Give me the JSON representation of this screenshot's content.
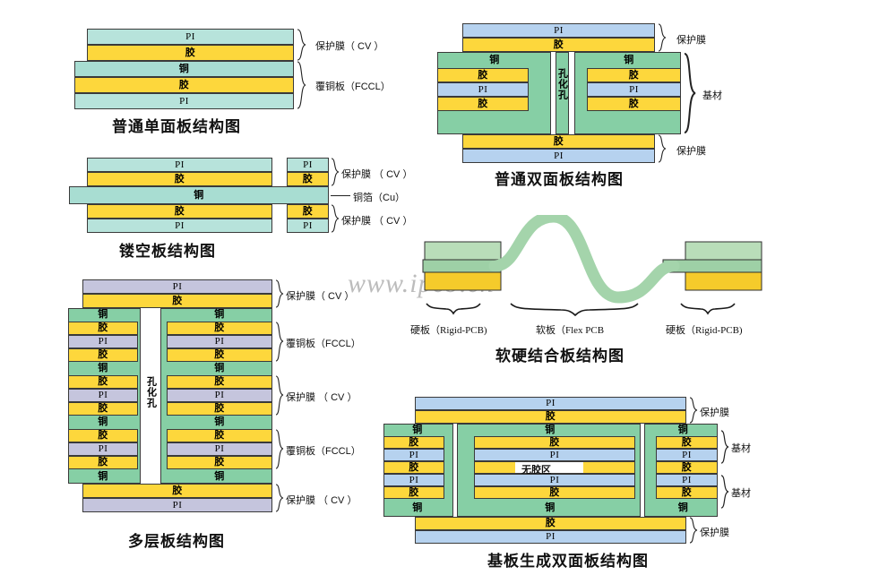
{
  "page": {
    "watermark": "www.ipcb.cn",
    "material_labels": {
      "pi": "PI",
      "glue": "胶",
      "copper": "铜",
      "via": "孔化孔",
      "no_glue_zone": "无胶区"
    }
  },
  "colors": {
    "pi_cyan": "#b7e3db",
    "pi_blue": "#b6d2ef",
    "pi_lavender": "#c5c5dd",
    "glue_yellow": "#fdd73c",
    "copper_cyan": "#a8ddd2",
    "copper_green": "#86cfa5",
    "outline": "#3a3a3a",
    "text": "#111111",
    "watermark": "#b9b9b9"
  },
  "diagrams": [
    {
      "id": "single-sided",
      "title": "普通单面板结构图",
      "layers": [
        {
          "label": "PI",
          "material": "pi"
        },
        {
          "label": "胶",
          "material": "glue"
        },
        {
          "label": "铜",
          "material": "copper"
        },
        {
          "label": "胶",
          "material": "glue"
        },
        {
          "label": "PI",
          "material": "pi"
        }
      ],
      "annotations": [
        {
          "text": "保护膜（ CV ）",
          "groups": [
            "PI",
            "胶"
          ]
        },
        {
          "text": "覆铜板（FCCL）",
          "groups": [
            "铜",
            "胶",
            "PI"
          ]
        }
      ]
    },
    {
      "id": "double-sided",
      "title": "普通双面板结构图",
      "via_label": "孔化孔",
      "layers_top": [
        {
          "label": "PI",
          "material": "pi"
        },
        {
          "label": "胶",
          "material": "glue"
        }
      ],
      "layers_core": [
        {
          "label": "铜",
          "material": "copper"
        },
        {
          "label": "胶",
          "material": "glue"
        },
        {
          "label": "PI",
          "material": "pi"
        },
        {
          "label": "胶",
          "material": "glue"
        },
        {
          "label": "铜",
          "material": "copper"
        }
      ],
      "layers_bottom": [
        {
          "label": "胶",
          "material": "glue"
        },
        {
          "label": "PI",
          "material": "pi"
        }
      ],
      "annotations": [
        {
          "text": "保护膜"
        },
        {
          "text": "基材"
        },
        {
          "text": "保护膜"
        }
      ]
    },
    {
      "id": "hollow",
      "title": "镂空板结构图",
      "layers": [
        {
          "label": "PI",
          "material": "pi"
        },
        {
          "label": "胶",
          "material": "glue"
        },
        {
          "label": "铜",
          "material": "copper"
        },
        {
          "label": "胶",
          "material": "glue"
        },
        {
          "label": "PI",
          "material": "pi"
        }
      ],
      "annotations": [
        {
          "text": "保护膜 （ CV ）"
        },
        {
          "text": "铜箔（Cu）"
        },
        {
          "text": "保护膜 （ CV ）"
        }
      ]
    },
    {
      "id": "multilayer",
      "title": "多层板结构图",
      "via_label": "孔化孔",
      "layers_top": [
        {
          "label": "PI",
          "material": "pi"
        },
        {
          "label": "胶",
          "material": "glue"
        }
      ],
      "layers_core": [
        {
          "label": "铜",
          "material": "copper"
        },
        {
          "label": "胶",
          "material": "glue"
        },
        {
          "label": "PI",
          "material": "pi"
        },
        {
          "label": "胶",
          "material": "glue"
        },
        {
          "label": "铜",
          "material": "copper"
        },
        {
          "label": "胶",
          "material": "glue"
        },
        {
          "label": "PI",
          "material": "pi"
        },
        {
          "label": "胶",
          "material": "glue"
        },
        {
          "label": "铜",
          "material": "copper"
        },
        {
          "label": "胶",
          "material": "glue"
        },
        {
          "label": "PI",
          "material": "pi"
        },
        {
          "label": "胶",
          "material": "glue"
        },
        {
          "label": "铜",
          "material": "copper"
        }
      ],
      "layers_bottom": [
        {
          "label": "胶",
          "material": "glue"
        },
        {
          "label": "PI",
          "material": "pi"
        }
      ],
      "annotations": [
        {
          "text": "保护膜（ CV ）"
        },
        {
          "text": "覆铜板（FCCL）"
        },
        {
          "text": "保护膜 （ CV ）"
        },
        {
          "text": "覆铜板（FCCL）"
        },
        {
          "text": "保护膜 （ CV ）"
        }
      ]
    },
    {
      "id": "rigid-flex",
      "title": "软硬结合板结构图",
      "annotations": [
        {
          "text": "硬板（Rigid-PCB)"
        },
        {
          "text": "软板（Flex PCB"
        },
        {
          "text": "硬板（Rigid-PCB)"
        }
      ]
    },
    {
      "id": "substrate-double-sided",
      "title": "基板生成双面板结构图",
      "no_glue_zone": "无胶区",
      "layers_top": [
        {
          "label": "PI",
          "material": "pi"
        },
        {
          "label": "胶",
          "material": "glue"
        }
      ],
      "layers_core": [
        {
          "label": "铜",
          "material": "copper"
        },
        {
          "label": "胶",
          "material": "glue"
        },
        {
          "label": "PI",
          "material": "pi"
        },
        {
          "label": "胶",
          "material": "glue"
        },
        {
          "label": "PI",
          "material": "pi"
        },
        {
          "label": "胶",
          "material": "glue"
        },
        {
          "label": "铜",
          "material": "copper"
        }
      ],
      "layers_bottom": [
        {
          "label": "胶",
          "material": "glue"
        },
        {
          "label": "PI",
          "material": "pi"
        }
      ],
      "annotations": [
        {
          "text": "保护膜"
        },
        {
          "text": "基材"
        },
        {
          "text": "基材"
        },
        {
          "text": "保护膜"
        }
      ]
    }
  ]
}
